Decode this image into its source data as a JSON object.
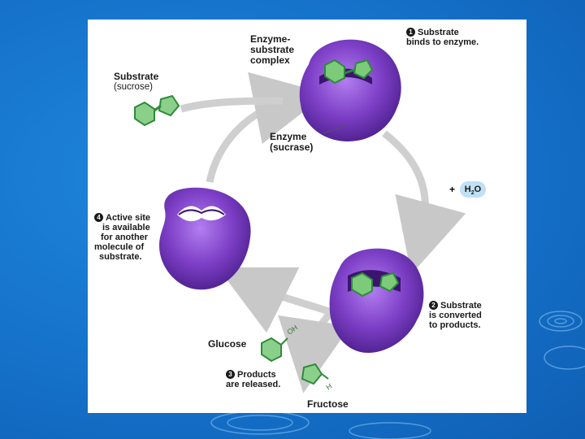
{
  "labels": {
    "substrate_title": "Substrate",
    "substrate_sub": "(sucrose)",
    "complex_line1": "Enzyme-",
    "complex_line2": "substrate",
    "complex_line3": "complex",
    "enzyme_line1": "Enzyme",
    "enzyme_line2": "(sucrase)",
    "water_plus": "+",
    "water_formula": "H",
    "water_sub": "2",
    "water_o": "O",
    "glucose": "Glucose",
    "fructose": "Fructose",
    "oh": "OH",
    "h": "H"
  },
  "steps": [
    {
      "num": "1",
      "lines": [
        "Substrate",
        "binds to enzyme."
      ]
    },
    {
      "num": "2",
      "lines": [
        "Substrate",
        "is converted",
        "to products."
      ]
    },
    {
      "num": "3",
      "lines": [
        "Products",
        "are released."
      ]
    },
    {
      "num": "4",
      "lines": [
        "Active site",
        "is available",
        "for another",
        "molecule of",
        "substrate."
      ]
    }
  ],
  "colors": {
    "enzyme": "#7a3cc0",
    "substrate": "#6cc070",
    "substrate_dark": "#2f8a3a",
    "arrow": "#c8c8c8",
    "background": "#1571c9"
  }
}
